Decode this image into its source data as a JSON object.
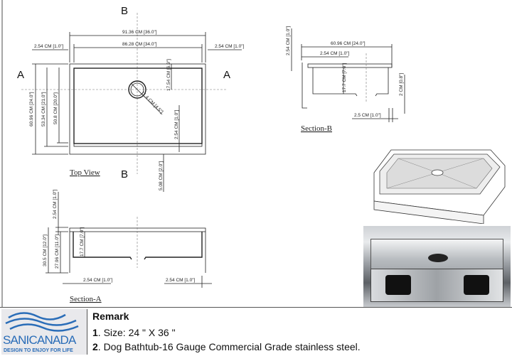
{
  "top_view": {
    "label": "Top View",
    "section_marker_b": "B",
    "section_marker_a": "A",
    "dims": {
      "overall_length": "91.36 CM [36.0\"]",
      "inner_length": "86.28 CM [34.0\"]",
      "left_flange": "2.54 CM [1.0\"]",
      "right_flange": "2.54 CM [1.0\"]",
      "overall_width": "60.96 CM [24.0\"]",
      "width_2": "53.34 CM [21.0\"]",
      "inner_width": "50.8 CM [20.0\"]",
      "drain_offset": "17.54 CM [6.9\"]",
      "drain_diameter": "11.4 CM [4.5\"]",
      "front_ledge": "2.54 CM [1.0\"]",
      "front_apron": "5.08 CM [2.0\"]"
    }
  },
  "section_b": {
    "label": "Section-B",
    "dims": {
      "top": "2.54 CM [1.0\"]",
      "width": "60.96 CM [24.0\"]",
      "flange": "2.54 CM [1.0\"]",
      "depth": "17.7 CM [7.0\"]",
      "lip_height": "2 CM [0.8\"]",
      "lip_width": "2.5 CM [1.0\"]"
    }
  },
  "section_a": {
    "label": "Section-A",
    "dims": {
      "top": "2.54 CM [1.0\"]",
      "overall_height": "30.5 CM [12.0\"]",
      "inner_height": "27.96 CM [11.0\"]",
      "depth": "17.7 CM [7.0\"]",
      "left_flange": "2.54 CM [1.0\"]",
      "right_flange": "2.54 CM [1.0\"]"
    }
  },
  "footer": {
    "logo_name": "SANICANADA",
    "logo_tagline": "DESIGN TO ENJOY FOR LIFE",
    "remark_title": "Remark",
    "remarks": [
      {
        "num": "1",
        "text": ". Size: 24 \" X 36 \""
      },
      {
        "num": "2",
        "text": ". Dog Bathtub-16 Gauge Commercial Grade stainless steel."
      }
    ]
  },
  "colors": {
    "brand": "#2a6db8"
  }
}
